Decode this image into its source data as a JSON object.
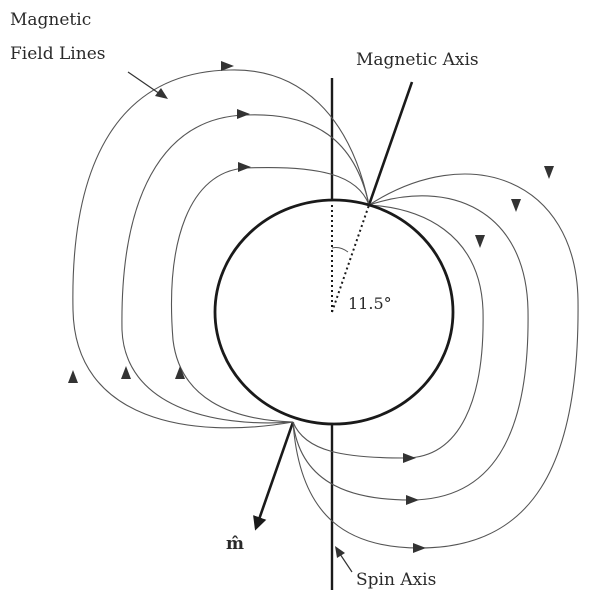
{
  "labels": {
    "field_lines_line1": "Magnetic",
    "field_lines_line2": "Field Lines",
    "magnetic_axis": "Magnetic Axis",
    "spin_axis": "Spin Axis",
    "angle": "11.5°",
    "moment": "m̂"
  },
  "colors": {
    "field_line": "#555555",
    "axis": "#1a1a1a",
    "text": "#2a2a2a",
    "background": "#ffffff"
  }
}
